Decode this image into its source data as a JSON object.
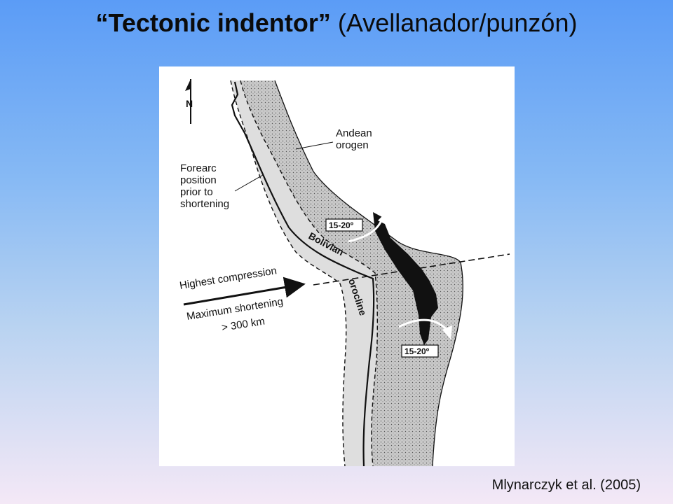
{
  "slide": {
    "title_main": "“Tectonic indentor”",
    "title_sub": "(Avellanador/punzón)",
    "citation": "Mlynarczyk et al. (2005)"
  },
  "figure": {
    "north_label": "N",
    "labels": {
      "andean_orogen": [
        "Andean",
        "orogen"
      ],
      "forearc": [
        "Forearc",
        "position",
        "prior to",
        "shortening"
      ],
      "bolivian_orocline": [
        "Bolivian",
        "orocline"
      ],
      "highest_compression": "Highest compression",
      "maximum_shortening": [
        "Maximum shortening",
        "> 300 km"
      ],
      "rotation_north": "15-20º",
      "rotation_south": "15-20º"
    },
    "colors": {
      "orogen_fill": "#c9c9c9",
      "forearc_fill": "#dedede",
      "line": "#111111",
      "arrow_white": "#ffffff"
    }
  }
}
